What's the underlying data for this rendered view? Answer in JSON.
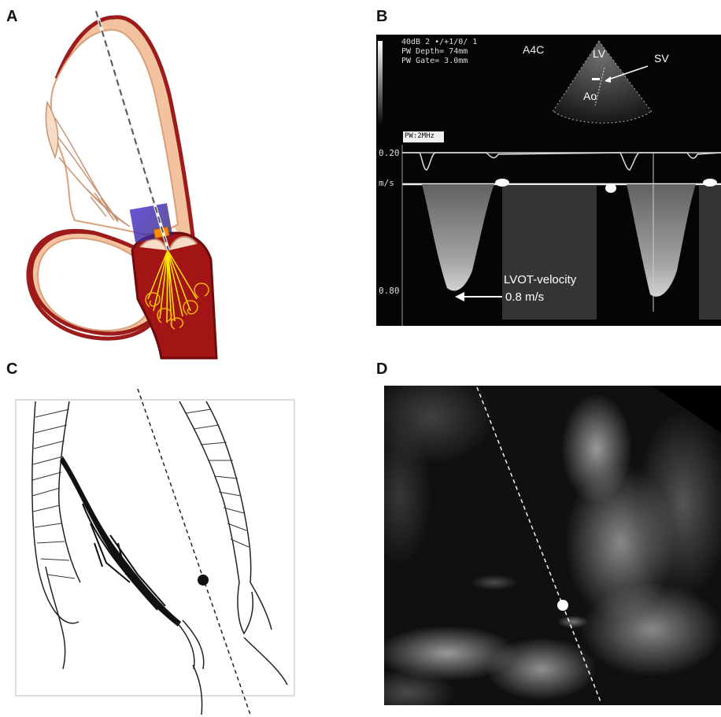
{
  "panels": {
    "a": {
      "letter": "A"
    },
    "b": {
      "letter": "B",
      "settings": [
        "40dB  2 •/+1/0/ 1",
        "PW Depth=  74mm",
        "PW Gate=  3.0mm"
      ],
      "view": "A4C",
      "lv_label": "LV",
      "sv_label": "SV",
      "ao_label": "Ao",
      "pw_label": "PW:2MHz",
      "scale_top": "0.20",
      "units": "m/s",
      "scale_bottom": "0.80",
      "annotation_title": "LVOT-velocity",
      "annotation_value": "0.8 m/s"
    },
    "c": {
      "letter": "C"
    },
    "d": {
      "letter": "D"
    }
  },
  "colors": {
    "myocardium": "#f2c39e",
    "wall_outline": "#9e1b1b",
    "aorta_blood": "#a31414",
    "jet": "#ffe600",
    "sample_volume": "#ff8c00",
    "doppler_box": "#3b2ea8"
  }
}
